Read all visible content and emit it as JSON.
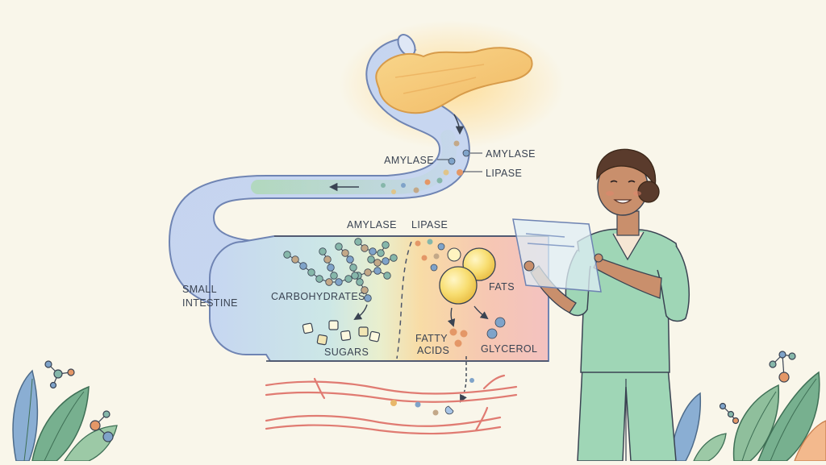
{
  "diagram": {
    "pancreas_labels": {
      "amylase_left": "AMYLASE",
      "amylase_right": "AMYLASE",
      "lipase": "LIPASE"
    },
    "intestine": {
      "label_line1": "SMALL",
      "label_line2": "INTESTINE",
      "enzyme_amylase": "AMYLASE",
      "enzyme_lipase": "LIPASE"
    },
    "carbs": {
      "label": "CARBOHYDRATES",
      "product": "SUGARS"
    },
    "fats": {
      "label": "FATS",
      "product1_line1": "FATTY",
      "product1_line2": "ACIDS",
      "product2": "GLYCEROL"
    }
  },
  "colors": {
    "background": "#f9f6ea",
    "intestine_fill": "#c9d8f0",
    "intestine_stroke": "#6f84b3",
    "pancreas": "#f5c56a",
    "outline": "#3a4352",
    "blood_vessel": "#e07b72",
    "scrubs": "#9fd6b6",
    "bead_teal": "#86b7aa",
    "bead_tan": "#c3a888",
    "bead_orange": "#e49767",
    "bead_blue": "#7fa3c9",
    "fat_globule": "#f7d96a",
    "leaf_green": "#77b08f",
    "leaf_blue": "#8aaed3"
  },
  "icons": [
    "flow-arrow-icon",
    "molecule-icon",
    "leaf-icon",
    "tablet-icon"
  ]
}
